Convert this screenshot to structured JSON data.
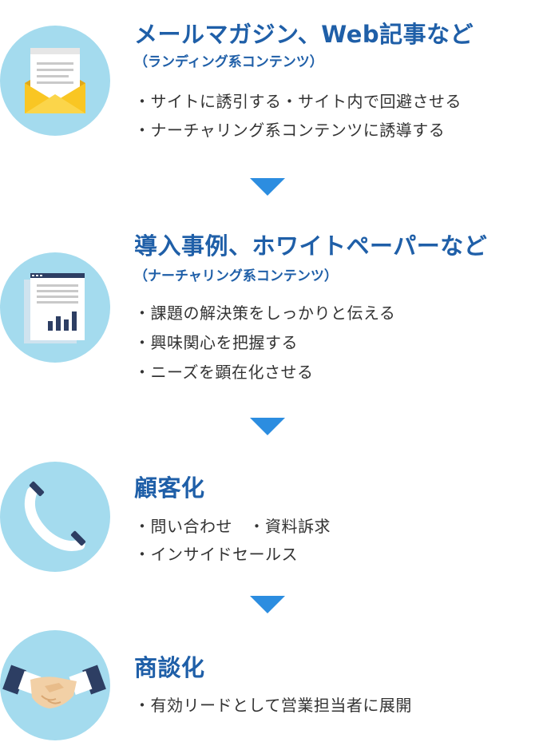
{
  "steps": [
    {
      "icon": "envelope-document-icon",
      "title": "メールマガジン、Web記事など",
      "subtitle": "（ランディング系コンテンツ）",
      "bullets": [
        "・サイトに誘引する・サイト内で回避させる",
        "・ナーチャリング系コンテンツに誘導する"
      ]
    },
    {
      "icon": "report-chart-icon",
      "title": "導入事例、ホワイトペーパーなど",
      "subtitle": "（ナーチャリング系コンテンツ）",
      "bullets": [
        "・課題の解決策をしっかりと伝える",
        "・興味関心を把握する",
        "・ニーズを顕在化させる"
      ]
    },
    {
      "icon": "telephone-handset-icon",
      "title": "顧客化",
      "bullets": [
        "・問い合わせ　・資料訴求",
        "・インサイドセールス"
      ]
    },
    {
      "icon": "handshake-icon",
      "title": "商談化",
      "bullets": [
        "・有効リードとして営業担当者に展開"
      ]
    }
  ],
  "colors": {
    "title": "#1f5fa8",
    "text": "#333333",
    "circle": "#a4dbee",
    "arrow": "#2c8de0"
  }
}
